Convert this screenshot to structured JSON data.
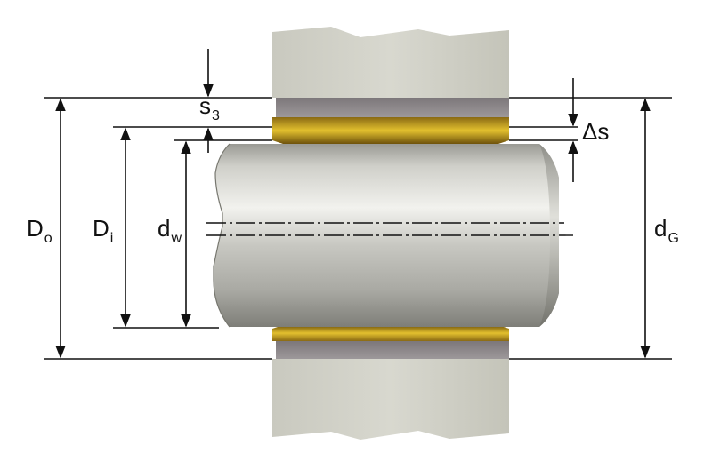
{
  "labels": {
    "s3": {
      "main": "s",
      "sub": "3"
    },
    "delta_s": {
      "main": "Δs"
    },
    "D_o": {
      "main": "D",
      "sub": "o"
    },
    "D_i": {
      "main": "D",
      "sub": "i"
    },
    "d_w": {
      "main": "d",
      "sub": "w"
    },
    "d_G": {
      "main": "d",
      "sub": "G"
    }
  },
  "colors": {
    "housing": "#d4d4ca",
    "housing_shade": "#bfbfb4",
    "backing": "#8f8a8c",
    "bronze_light": "#e0bd2a",
    "bronze_dark": "#7a5a10",
    "shaft_light": "#eeeeea",
    "shaft_dark": "#8e8e88",
    "dimension_line": "#111111"
  }
}
